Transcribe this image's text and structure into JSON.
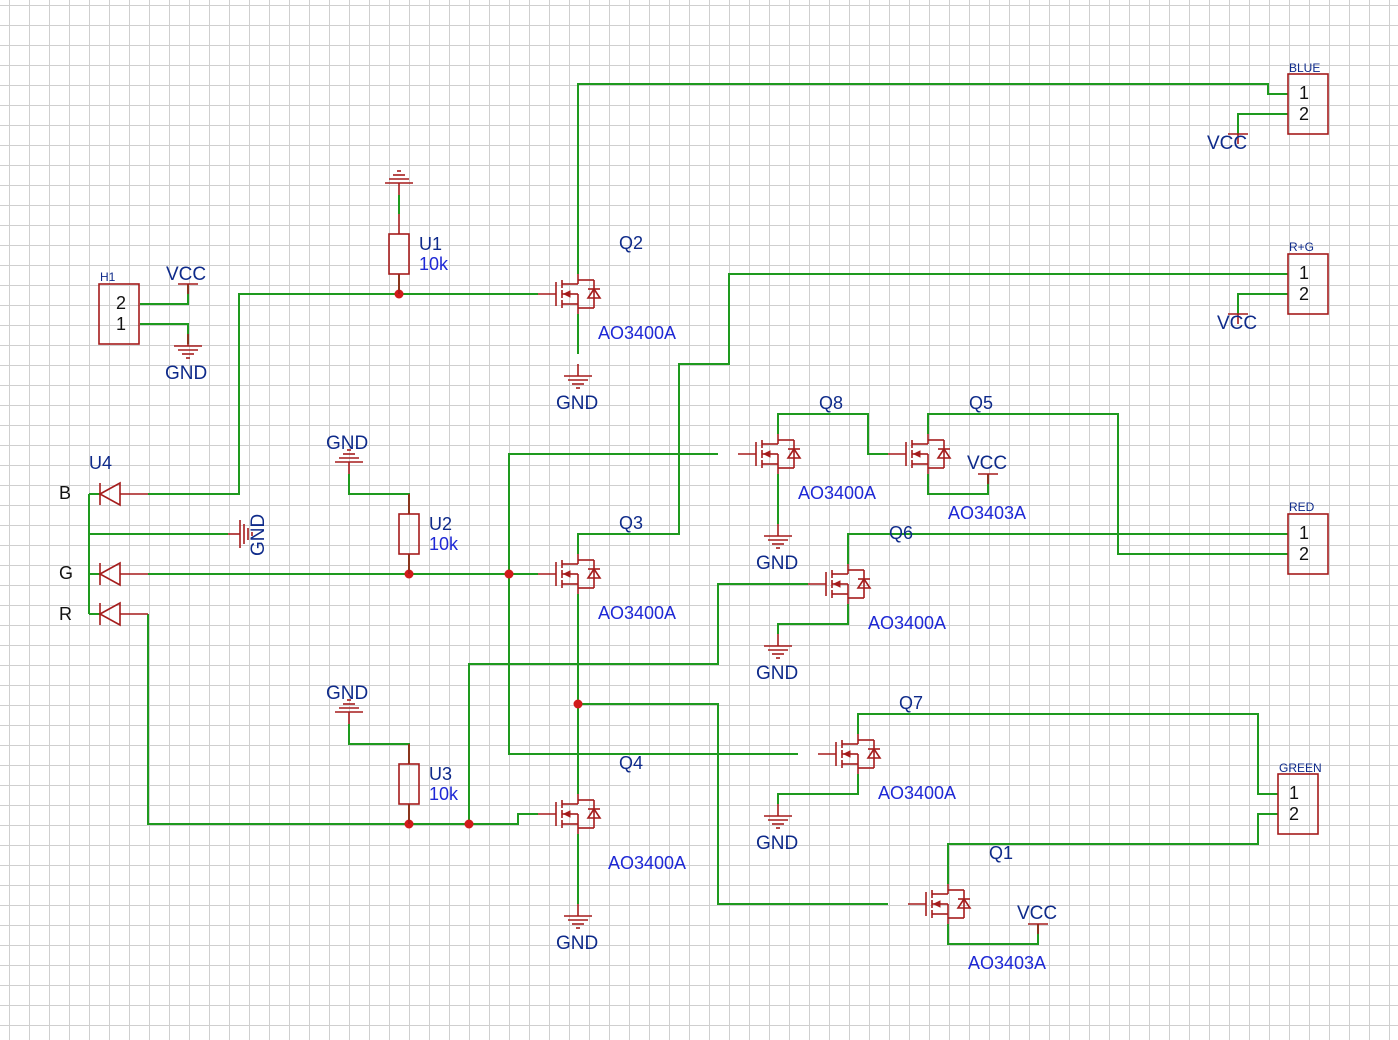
{
  "net_labels": {
    "vcc": "VCC",
    "gnd": "GND"
  },
  "connectors": {
    "h1": {
      "name": "H1",
      "pins": [
        "2",
        "1"
      ]
    },
    "blue": {
      "name": "BLUE",
      "pins": [
        "1",
        "2"
      ]
    },
    "rg": {
      "name": "R+G",
      "pins": [
        "1",
        "2"
      ]
    },
    "red": {
      "name": "RED",
      "pins": [
        "1",
        "2"
      ]
    },
    "green": {
      "name": "GREEN",
      "pins": [
        "1",
        "2"
      ]
    }
  },
  "resistors": {
    "u1": {
      "ref": "U1",
      "value": "10k"
    },
    "u2": {
      "ref": "U2",
      "value": "10k"
    },
    "u3": {
      "ref": "U3",
      "value": "10k"
    }
  },
  "led": {
    "ref": "U4",
    "labels": [
      "B",
      "G",
      "R"
    ]
  },
  "transistors": {
    "q1": {
      "ref": "Q1",
      "part": "AO3403A"
    },
    "q2": {
      "ref": "Q2",
      "part": "AO3400A"
    },
    "q3": {
      "ref": "Q3",
      "part": "AO3400A"
    },
    "q4": {
      "ref": "Q4",
      "part": "AO3400A"
    },
    "q5": {
      "ref": "Q5",
      "part": "AO3403A"
    },
    "q6": {
      "ref": "Q6",
      "part": "AO3400A"
    },
    "q7": {
      "ref": "Q7",
      "part": "AO3400A"
    },
    "q8": {
      "ref": "Q8",
      "part": "AO3400A"
    }
  },
  "colors": {
    "wire": "#1e9a1e",
    "symbol": "#a51c1c",
    "junction": "#d11b1b",
    "net_label": "#0e2a8a",
    "part_value": "#1e28d6",
    "grid": "#cfcfcf"
  }
}
